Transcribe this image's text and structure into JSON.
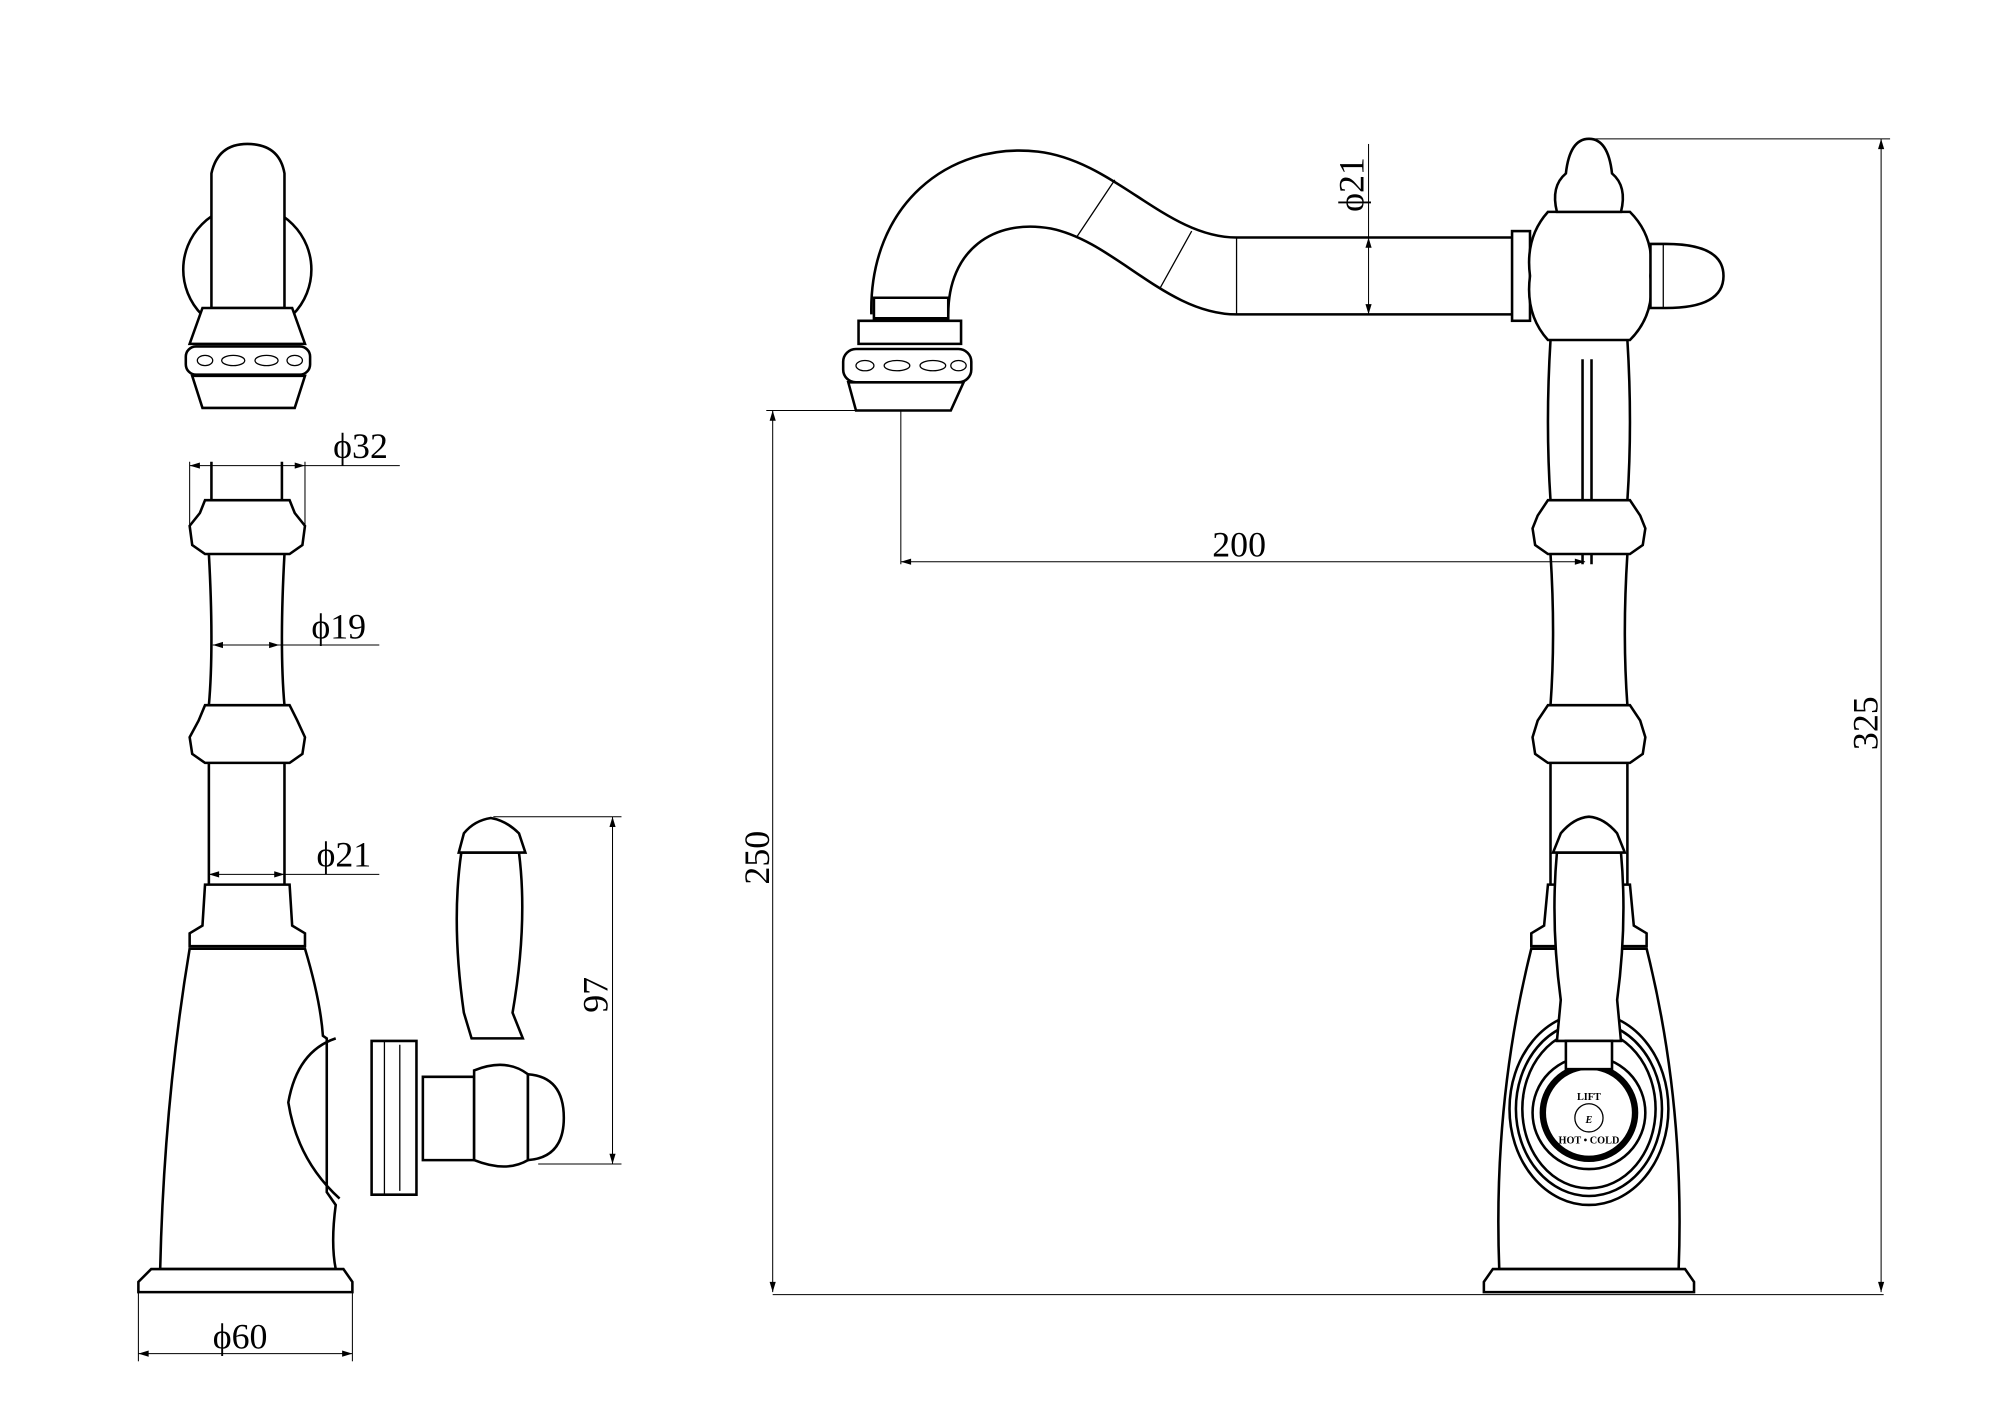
{
  "drawing": {
    "side_view": {
      "dimensions": {
        "neck_diameter": "ϕ32",
        "shaft_diameter": "ϕ19",
        "lower_shaft_diameter": "ϕ21",
        "base_diameter": "ϕ60",
        "handle_height": "97"
      }
    },
    "front_view": {
      "dimensions": {
        "spout_diameter": "ϕ21",
        "spout_reach": "200",
        "spout_height": "250",
        "total_height": "325"
      },
      "logo": {
        "top_text": "LIFT",
        "bottom_text": "HOT • COLD",
        "monogram": "E"
      }
    }
  }
}
